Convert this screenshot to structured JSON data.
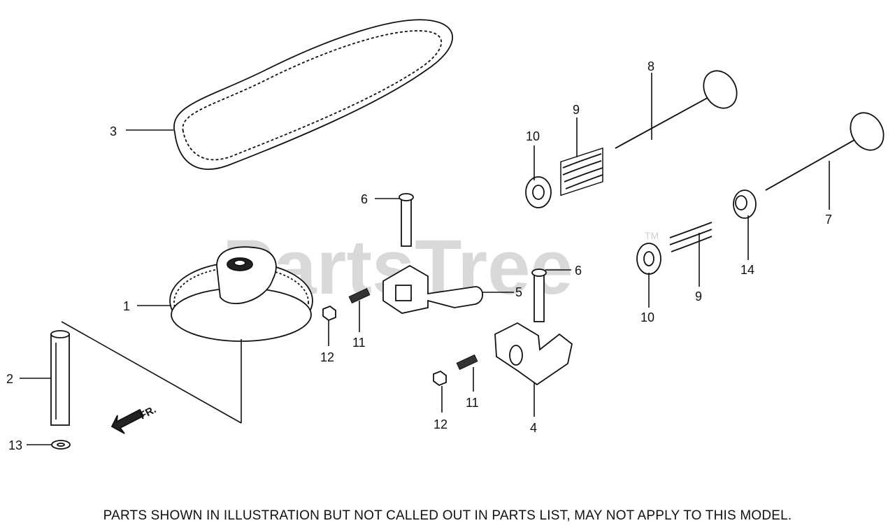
{
  "watermark": {
    "brand": "PartsTree",
    "tm": "TM"
  },
  "callouts": {
    "c1": "1",
    "c2": "2",
    "c3": "3",
    "c4": "4",
    "c5": "5",
    "c6a": "6",
    "c6b": "6",
    "c7": "7",
    "c8": "8",
    "c9a": "9",
    "c9b": "9",
    "c10a": "10",
    "c10b": "10",
    "c11a": "11",
    "c11b": "11",
    "c12a": "12",
    "c12b": "12",
    "c13": "13",
    "c14": "14"
  },
  "direction_label": "FR.",
  "footer_note": "PARTS SHOWN IN ILLUSTRATION BUT NOT CALLED OUT IN PARTS LIST, MAY NOT APPLY TO THIS MODEL.",
  "colors": {
    "ink": "#111111",
    "watermark": "#d9d9d9",
    "background": "#ffffff"
  }
}
